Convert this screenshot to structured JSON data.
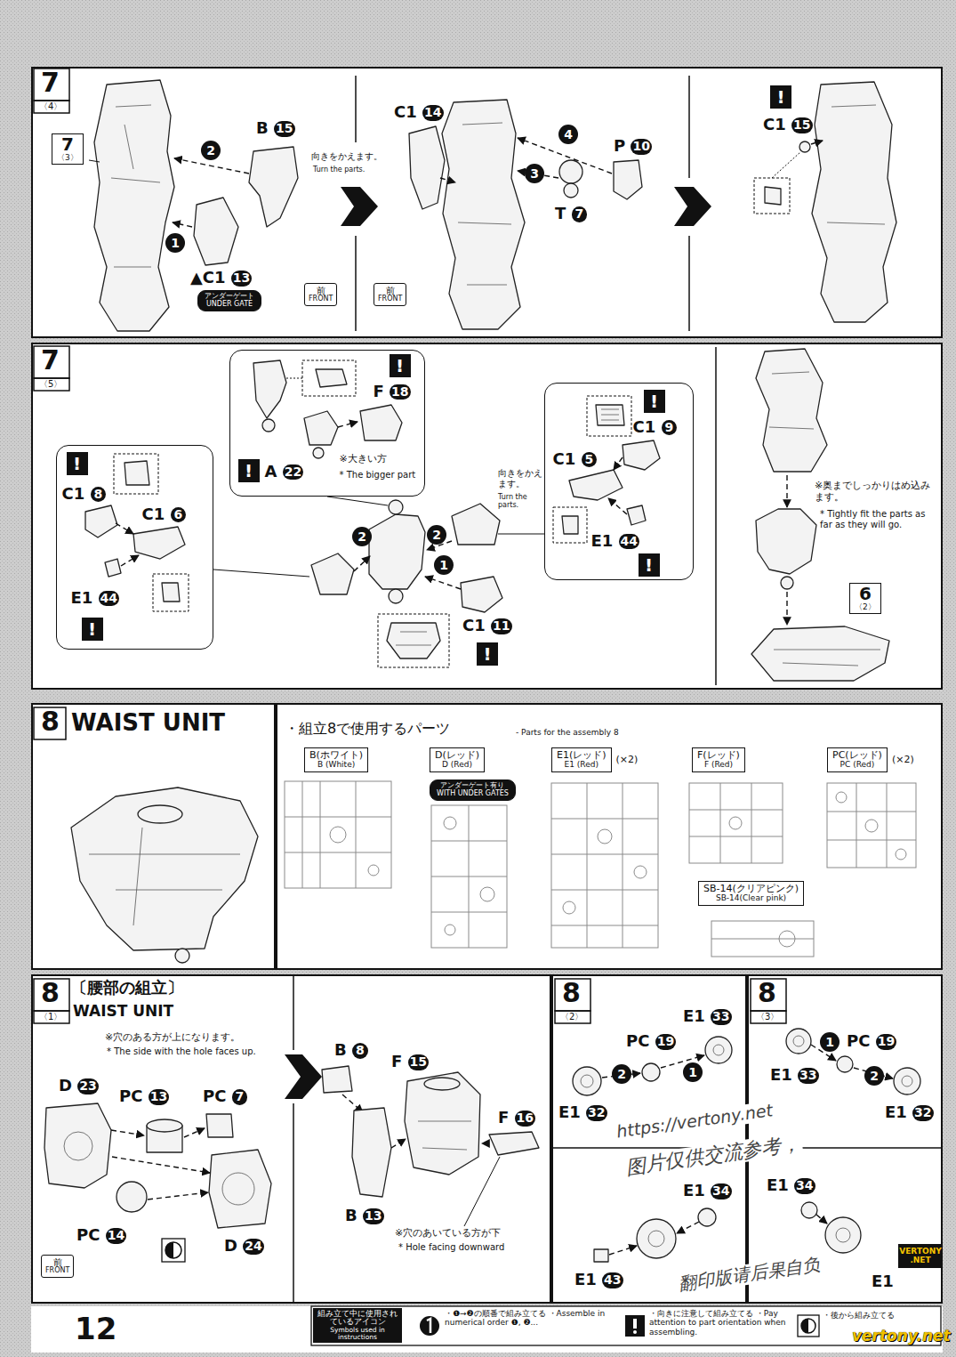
{
  "diagram": {
    "nodes": [
      {
        "text": [
          "7",
          "〈4〉",
          "B 15",
          "2",
          "1",
          "▲C1 13",
          "C1 14",
          "向きをかえます。",
          "Turn the parts.",
          "4",
          "3",
          "P 10",
          "T 7",
          "!",
          "C1 15"
        ]
      },
      {
        "text": [
          "7",
          "〈3〉"
        ],
        "in": 0
      },
      {
        "text": [
          "アンダーゲート",
          "UNDER GATE"
        ],
        "in": 0
      },
      {
        "text": [
          "前",
          "FRONT"
        ],
        "in": 0
      },
      {
        "text": [
          "前",
          "FRONT"
        ],
        "in": 0
      },
      {
        "text": [
          "7",
          "〈5〉",
          "2",
          "2",
          "1",
          "C1 11",
          "!",
          "向きをかえます。",
          "Turn the parts.",
          "※奥までしっかりはめ込みます。",
          "* Tightly fit the parts as far as they will go."
        ]
      },
      {
        "text": [
          "!",
          "C1 8",
          "C1 6",
          "E1 44",
          "!"
        ],
        "in": 5
      },
      {
        "text": [
          "!",
          "F 18",
          "!",
          "A 22",
          "※大きい方",
          "* The bigger part"
        ],
        "in": 5
      },
      {
        "text": [
          "!",
          "C1 9",
          "C1 5",
          "E1 44",
          "!"
        ],
        "in": 5
      },
      {
        "text": [
          "6",
          "〈2〉"
        ],
        "in": 5
      },
      {
        "text": [
          "8",
          "WAIST UNIT"
        ]
      },
      {
        "text": [
          "・組立8で使用するパーツ",
          "- Parts for the assembly 8"
        ]
      },
      {
        "text": [
          "B(ホワイト)",
          "B (White)"
        ],
        "in": 11
      },
      {
        "text": [
          "D(レッド)",
          "D (Red)"
        ],
        "in": 11
      },
      {
        "text": [
          "アンダーゲート有り",
          "WITH UNDER GATES"
        ],
        "in": 11
      },
      {
        "text": [
          "E1(レッド)",
          "E1 (Red)",
          "(×2)"
        ],
        "in": 11
      },
      {
        "text": [
          "F(レッド)",
          "F (Red)"
        ],
        "in": 11
      },
      {
        "text": [
          "PC(レッド)",
          "PC (Red)",
          "(×2)"
        ],
        "in": 11
      },
      {
        "text": [
          "SB-14(クリアピンク)",
          "SB-14(Clear pink)"
        ],
        "in": 11
      },
      {
        "text": [
          "8",
          "〈1〉",
          "〔腰部の組立〕",
          "WAIST UNIT",
          "※穴のある方が上になります。",
          "* The side with the hole faces up.",
          "D 23",
          "PC 13",
          "PC 7",
          "PC 14",
          "D 24",
          "B 8",
          "F 15",
          "F 16",
          "B 13",
          "※穴のあいている方が下",
          "* Hole facing downward"
        ]
      },
      {
        "text": [
          "前",
          "FRONT"
        ],
        "in": 19
      },
      {
        "text": [
          "8",
          "〈2〉",
          "E1 33",
          "PC 19",
          "2",
          "1",
          "E1 32",
          "E1 34",
          "E1 43"
        ]
      },
      {
        "text": [
          "8",
          "〈3〉",
          "1",
          "PC 19",
          "E1 33",
          "2",
          "E1 32",
          "E1 34",
          "E1"
        ]
      },
      {
        "text": [
          "組み立て中に使用されているアイコン",
          "Symbols used in instructions"
        ]
      }
    ],
    "labels": [
      "12",
      "https://vertony.net",
      "图片仅供交流参考，",
      "翻印版请后果自负",
      "VERTONY .NET",
      "vertony.net"
    ],
    "legend": [
      {
        "text": "・❶→❷の順番で組み立てる ・Assemble in numerical order ❶, ❷..."
      },
      {
        "text": "・向きに注意して組み立てる ・Pay attention to part orientation when assembling."
      },
      {
        "text": "・後から組み立てる"
      }
    ]
  }
}
